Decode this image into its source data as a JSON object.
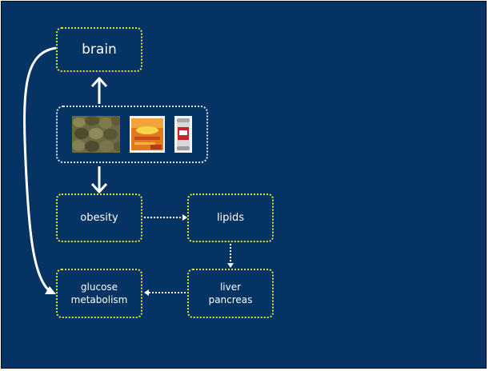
{
  "diagram": {
    "nodes": {
      "brain": "brain",
      "obesity": "obesity",
      "lipids": "lipids",
      "glucose_line1": "glucose",
      "glucose_line2": "metabolism",
      "liver_line1": "liver",
      "liver_line2": "pancreas"
    },
    "food_images": [
      "pills-photo",
      "packaged-snack",
      "soda-can"
    ],
    "colors": {
      "background": "#043364",
      "box_border": "#d9e43a",
      "food_box_border": "#dfe6ef",
      "arrow": "#ffffff"
    }
  }
}
